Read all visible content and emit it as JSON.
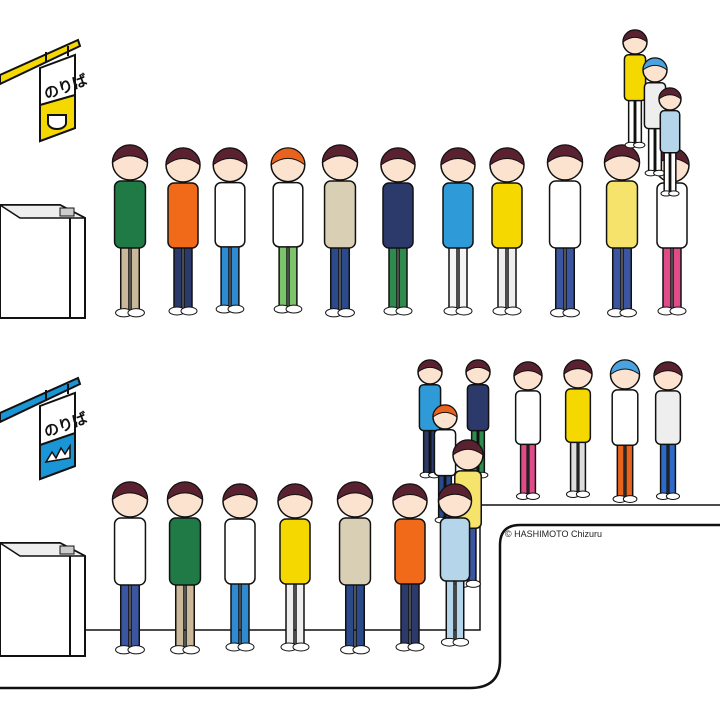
{
  "scene": {
    "top_queue": {
      "sign_text": "のりば",
      "sign_icon": "teacup-icon",
      "color": "#F5D800"
    },
    "bottom_queue": {
      "sign_text": "のりば",
      "sign_icon": "roller-coaster-icon",
      "color": "#1A96D6"
    }
  },
  "credit": "© HASHIMOTO Chizuru"
}
